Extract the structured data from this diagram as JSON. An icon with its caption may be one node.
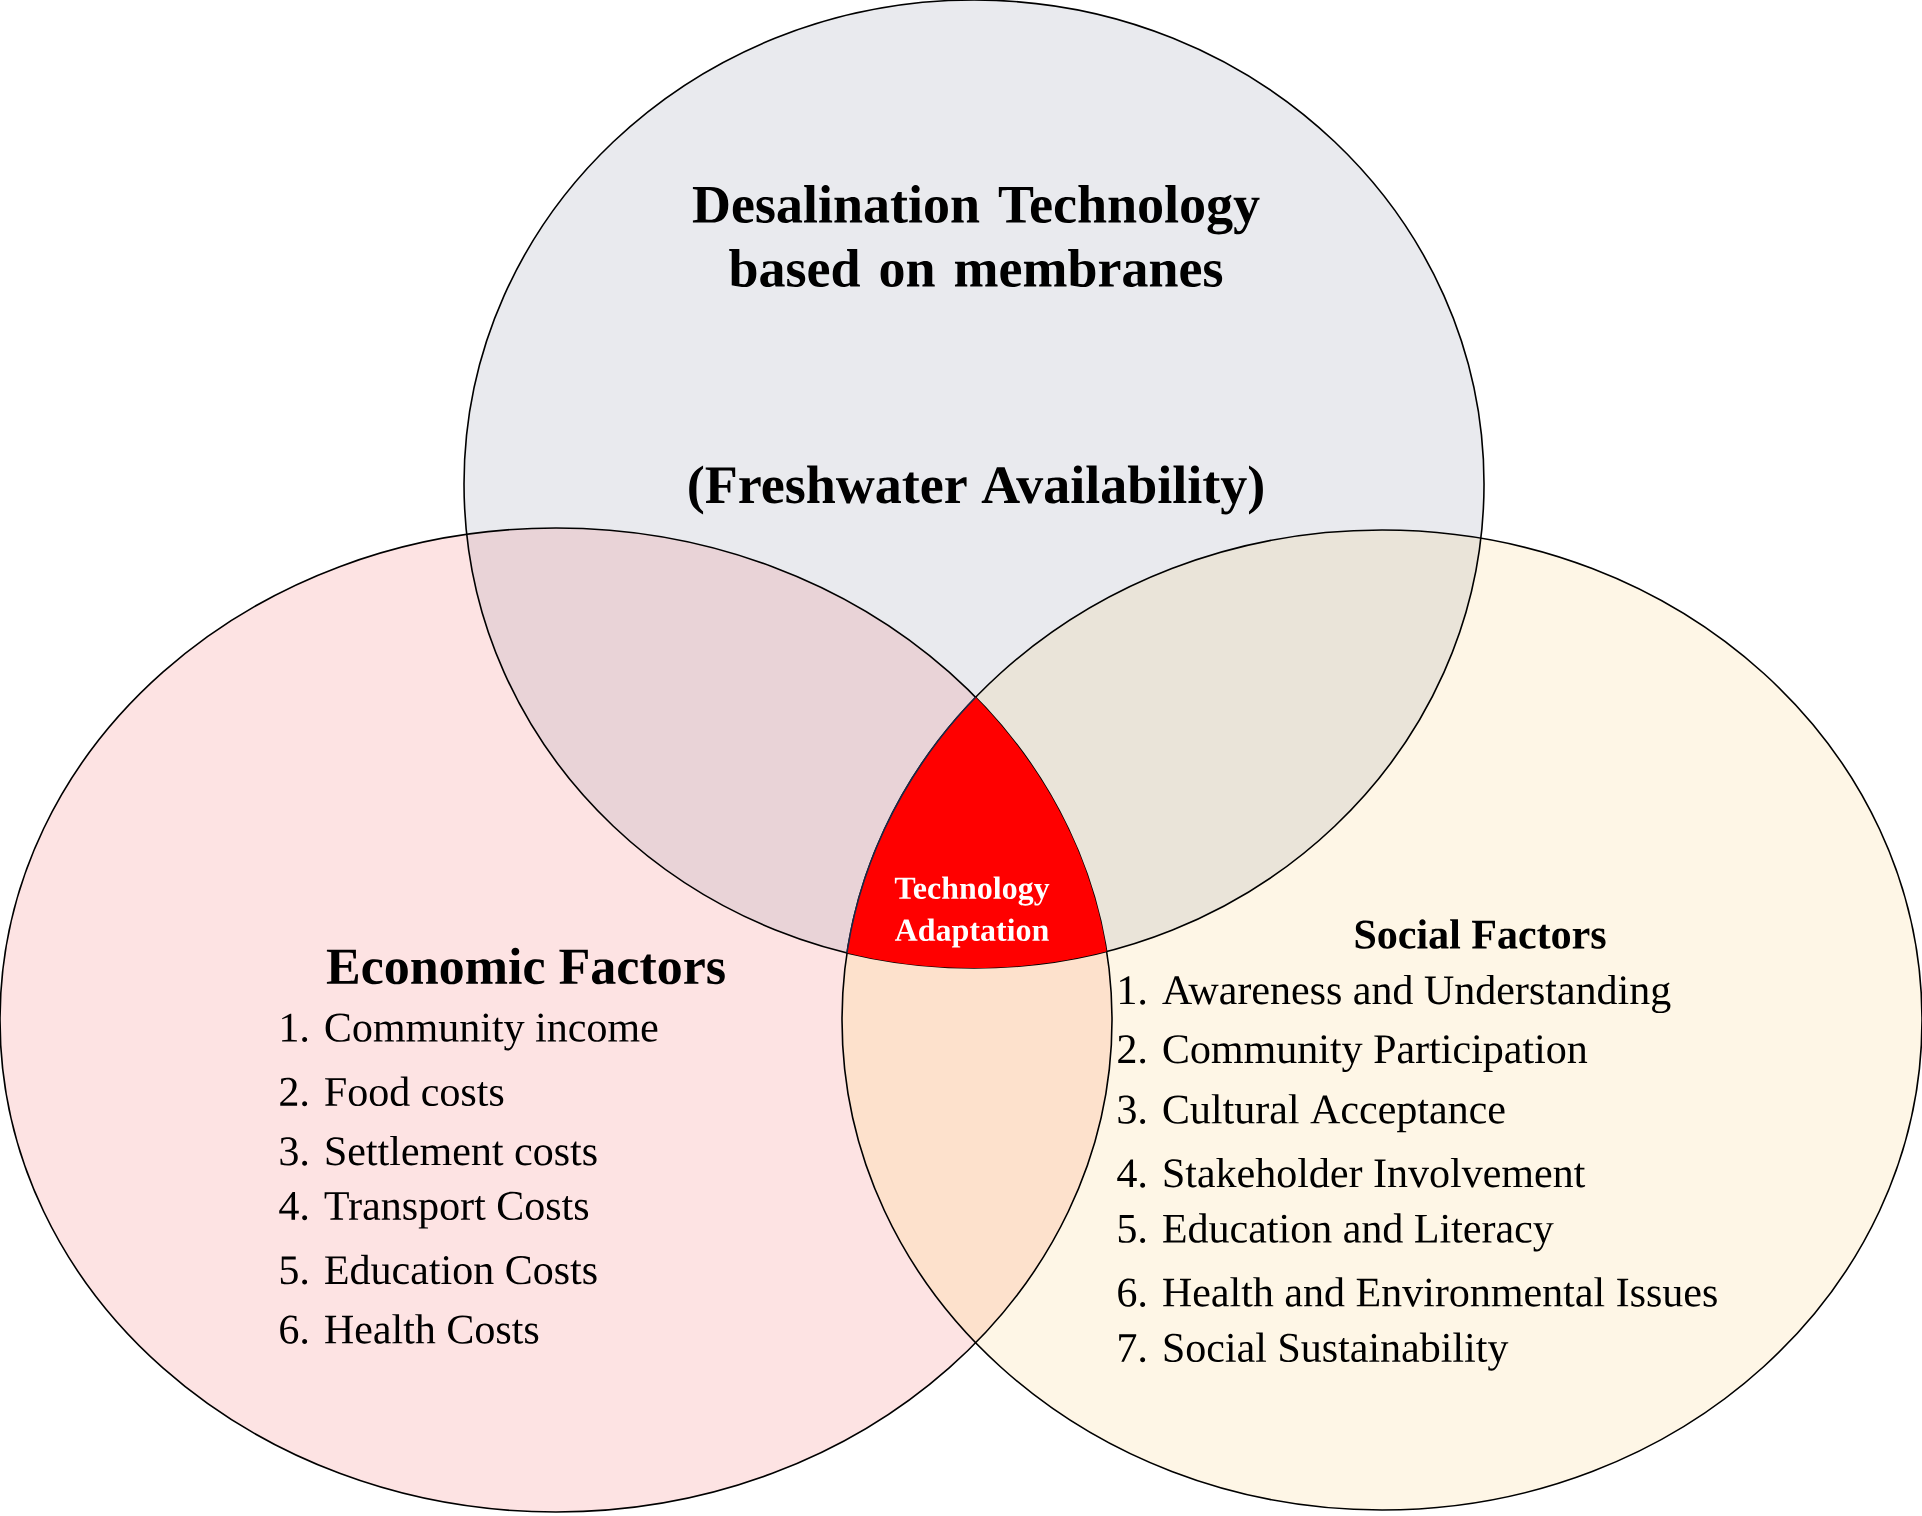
{
  "diagram": {
    "nodes": [
      {
        "text": [
          "Desalination Technology based on membranes",
          "(Freshwater Availability)"
        ]
      },
      {
        "text": [
          "Economic Factors",
          "1. Community income",
          "2. Food costs",
          "3. Settlement costs",
          "4. Transport Costs",
          "5. Education Costs",
          "6. Health Costs"
        ]
      },
      {
        "text": [
          "Social Factors",
          "1. Awareness and Understanding",
          "2. Community Participation",
          "3. Cultural Acceptance",
          "4. Stakeholder Involvement",
          "5. Education and Literacy",
          "6. Health and Environmental Issues",
          "7. Social Sustainability"
        ]
      },
      {
        "text": [
          "Technology Adaptation"
        ]
      }
    ]
  }
}
